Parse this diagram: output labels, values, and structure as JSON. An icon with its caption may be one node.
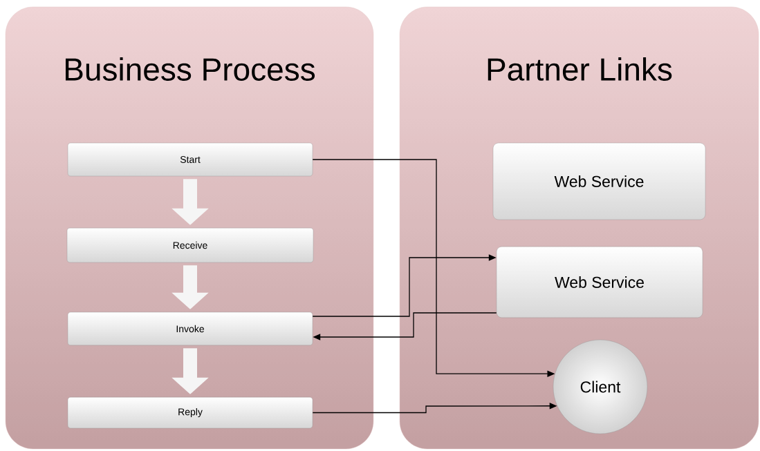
{
  "diagram": {
    "nodes": [
      {
        "text": [
          "Business Process"
        ]
      },
      {
        "text": [
          "Start"
        ],
        "in": 0
      },
      {
        "text": [
          "Receive"
        ],
        "in": 0
      },
      {
        "text": [
          "Invoke"
        ],
        "in": 0
      },
      {
        "text": [
          "Reply"
        ],
        "in": 0
      },
      {
        "text": [
          "Partner Links"
        ]
      },
      {
        "text": [
          "Web Service"
        ],
        "in": 5
      },
      {
        "text": [
          "Web Service"
        ],
        "in": 5
      },
      {
        "text": [
          "Client"
        ],
        "in": 5
      }
    ],
    "edges": [
      {
        "from": 1,
        "to": 2,
        "arrow": "to",
        "style": "thick",
        "color": "#f5f5f5"
      },
      {
        "from": 2,
        "to": 3,
        "arrow": "to",
        "style": "thick",
        "color": "#f5f5f5"
      },
      {
        "from": 3,
        "to": 4,
        "arrow": "to",
        "style": "thick",
        "color": "#f5f5f5"
      },
      {
        "from": 1,
        "to": 8,
        "arrow": "to"
      },
      {
        "from": 3,
        "to": 7,
        "arrow": "to"
      },
      {
        "from": 7,
        "to": 3,
        "arrow": "to"
      },
      {
        "from": 4,
        "to": 8,
        "arrow": "to"
      }
    ]
  }
}
